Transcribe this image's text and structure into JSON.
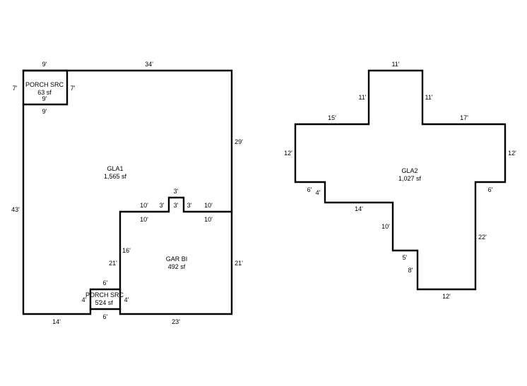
{
  "sketch": {
    "rooms": {
      "porch_top": {
        "name": "PORCH SRC",
        "area": "63 sf"
      },
      "gla1": {
        "name": "GLA1",
        "area": "1,565 sf"
      },
      "garage": {
        "name": "GAR BI",
        "area": "492 sf"
      },
      "porch_bottom": {
        "name": "PORCH SRC",
        "area": "24 sf"
      },
      "gla2": {
        "name": "GLA2",
        "area": "1,027 sf"
      }
    },
    "dimensions_left": {
      "porch_top_width": "9'",
      "main_top_width": "34'",
      "porch_top_left": "7'",
      "porch_top_right": "7'",
      "porch_top_inner": "9'",
      "porch_top_bottom": "9'",
      "main_right_upper": "29'",
      "main_left": "43'",
      "bump_top": "3'",
      "bump_left": "3'",
      "bump_center": "3'",
      "bump_right": "3'",
      "garage_top_left_outer": "10'",
      "garage_top_left_inner": "10'",
      "garage_top_right_outer": "10'",
      "garage_top_right_inner": "10'",
      "garage_left_outer": "21'",
      "garage_left_inner": "16'",
      "garage_right": "21'",
      "porch_bottom_top": "6'",
      "porch_bottom_left": "4'",
      "porch_bottom_inner": "5'",
      "porch_bottom_right": "4'",
      "porch_bottom_bottom": "6'",
      "bottom_left": "14'",
      "bottom_right": "23'"
    },
    "dimensions_right": {
      "top": "11'",
      "stem_left": "11'",
      "stem_right": "11'",
      "arm_left_top": "15'",
      "arm_right_top": "17'",
      "arm_left_side": "12'",
      "arm_right_side": "12'",
      "left_step_h": "6'",
      "left_step_v": "4'",
      "middle_h": "14'",
      "middle_v": "10'",
      "inner_step_h": "5'",
      "inner_step_v": "8'",
      "bottom": "12'",
      "right_step_h": "6'",
      "right_lower": "22'"
    }
  }
}
